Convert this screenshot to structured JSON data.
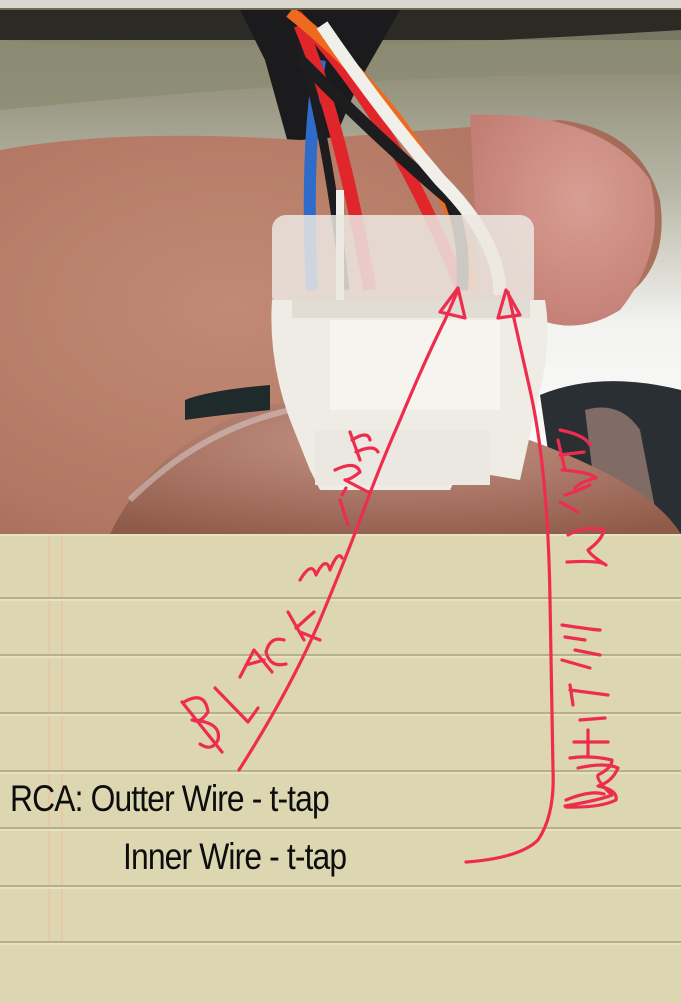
{
  "photo": {
    "subject": "hand-holding-wire-harness-connector",
    "wire_colors": {
      "blue": "#2f6cc9",
      "red": "#e0262a",
      "orange": "#ee6a1f",
      "black": "#1d1d1f",
      "white": "#f1efea"
    },
    "skin_color": "#b77a64",
    "connector_color": "#efece6"
  },
  "annotations": {
    "ink_color": "#ee2d4e",
    "black_wire_label": "BLACK WIRE",
    "white_wire_label": "WHITE WIRE"
  },
  "notes": {
    "line1": "RCA: Outter Wire - t-tap",
    "line2": "Inner Wire - t-tap"
  },
  "paper": {
    "background": "#dcd6b1",
    "rule_color": "#b6b08f",
    "margin_color": "#e7c9a8"
  }
}
